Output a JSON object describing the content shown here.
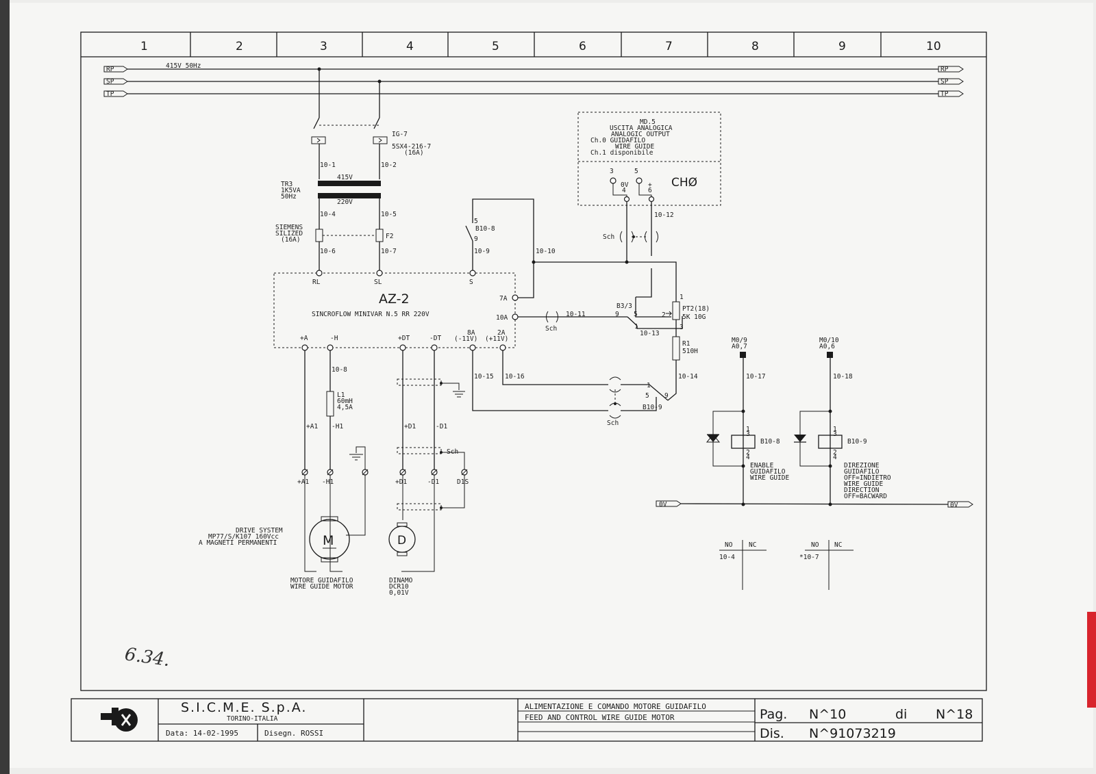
{
  "columns": [
    "1",
    "2",
    "3",
    "4",
    "5",
    "6",
    "7",
    "8",
    "9",
    "10"
  ],
  "supply": {
    "voltage": "415V 50Hz",
    "lines": [
      "RP",
      "SP",
      "TP"
    ]
  },
  "breaker": {
    "name": "IG-7",
    "code": "5SX4-216-7",
    "rating": "(16A)"
  },
  "transformer": {
    "name": "TR3",
    "power": "1K5VA",
    "freq": "50Hz",
    "primary": "415V",
    "secondary": "220V"
  },
  "fuses": {
    "left_label": [
      "SIEMENS",
      "SILIZED",
      "(16A)"
    ],
    "right_label": "F2"
  },
  "wires": {
    "w1": "10-1",
    "w2": "10-2",
    "w4": "10-4",
    "w5": "10-5",
    "w6": "10-6",
    "w7": "10-7",
    "w8": "10-8",
    "w9": "10-9",
    "w10": "10-10",
    "w11": "10-11",
    "w12": "10-12",
    "w13": "10-13",
    "w14": "10-14",
    "w15": "10-15",
    "w16": "10-16",
    "w17": "10-17",
    "w18": "10-18"
  },
  "drive": {
    "name": "AZ-2",
    "model": "SINCROFLOW MINIVAR N.5 RR 220V",
    "top_terminals": [
      "RL",
      "SL",
      "S"
    ],
    "side_terminals": [
      "7A",
      "10A"
    ],
    "bottom_terminals": [
      "+A",
      "-H",
      "+DT",
      "-DT",
      "8A",
      "2A"
    ],
    "bottom_sub": [
      "(-11V)",
      "(+11V)"
    ]
  },
  "contact_b108": {
    "label": "B10-8",
    "pins": [
      "5",
      "9"
    ]
  },
  "module": {
    "lines": [
      "MD.5",
      "USCITA ANALOGICA",
      "ANALOGIC OUTPUT",
      "Ch.0 GUIDAFILO",
      "WIRE GUIDE",
      "Ch.1 disponibile"
    ],
    "channel": "CHØ",
    "pins": [
      "3",
      "5",
      "0V",
      "+",
      "4",
      "6"
    ]
  },
  "shield": "Sch",
  "pot": {
    "name": "PT2(18)",
    "value": "5K 10G",
    "pins": [
      "1",
      "2",
      "3"
    ]
  },
  "resistor": {
    "name": "R1",
    "value": "510H"
  },
  "contact_b33": {
    "label": "B3/3",
    "pins": [
      "9",
      "5",
      "1"
    ]
  },
  "contact_b109": {
    "label": "B10-9",
    "pins": [
      "1",
      "5",
      "9"
    ]
  },
  "inductor": {
    "name": "L1",
    "value": "60mH",
    "current": "4,5A"
  },
  "wire_names": [
    "+A1",
    "-H1",
    "+D1",
    "-D1"
  ],
  "terminals_bottom": [
    "+A1",
    "-H1",
    "+D1",
    "-D1",
    "D1S"
  ],
  "motor": {
    "symbol": "M",
    "caption": [
      "DRIVE SYSTEM",
      "MP77/S/K107 160Vcc",
      "A MAGNETI PERMANENTI"
    ],
    "label": [
      "MOTORE GUIDAFILO",
      "WIRE GUIDE MOTOR"
    ]
  },
  "dynamo": {
    "symbol": "D",
    "label": [
      "DINAMO",
      "DCR10",
      "0,01V"
    ]
  },
  "relay1": {
    "tag": [
      "M0/9",
      "A0,7"
    ],
    "name": "B10-8",
    "pins": [
      "1",
      "3",
      "2",
      "4"
    ],
    "desc": [
      "ENABLE",
      "GUIDAFILO",
      "WIRE GUIDE"
    ]
  },
  "relay2": {
    "tag": [
      "M0/10",
      "A0,6"
    ],
    "name": "B10-9",
    "pins": [
      "1",
      "3",
      "2",
      "4"
    ],
    "desc": [
      "DIREZIONE",
      "GUIDAFILO",
      "OFF=INDIETRO",
      "WIRE GUIDE",
      "DIRECTION",
      "OFF=BACWARD"
    ]
  },
  "zero_volt": "0V",
  "contact_table1": {
    "no": "NO",
    "nc": "NC",
    "entry": "10-4"
  },
  "contact_table2": {
    "no": "NO",
    "nc": "NC",
    "entry": "*10-7"
  },
  "handwritten": "6.34.",
  "title_block": {
    "company": "S.I.C.M.E. S.p.A.",
    "city": "TORINO-ITALIA",
    "date": "Data:  14-02-1995",
    "drawn": "Disegn.  ROSSI",
    "title_it": "ALIMENTAZIONE E COMANDO MOTORE GUIDAFILO",
    "title_en": "FEED AND CONTROL WIRE GUIDE MOTOR",
    "page_label": "Pag.",
    "page": "N^10",
    "page_of": "di",
    "page_total": "N^18",
    "dis_label": "Dis.",
    "dis_no": "N^91073219"
  },
  "colors": {
    "paper": "#f6f6f4",
    "ink": "#1a1a1a",
    "edge_marker": "#d8242c"
  }
}
